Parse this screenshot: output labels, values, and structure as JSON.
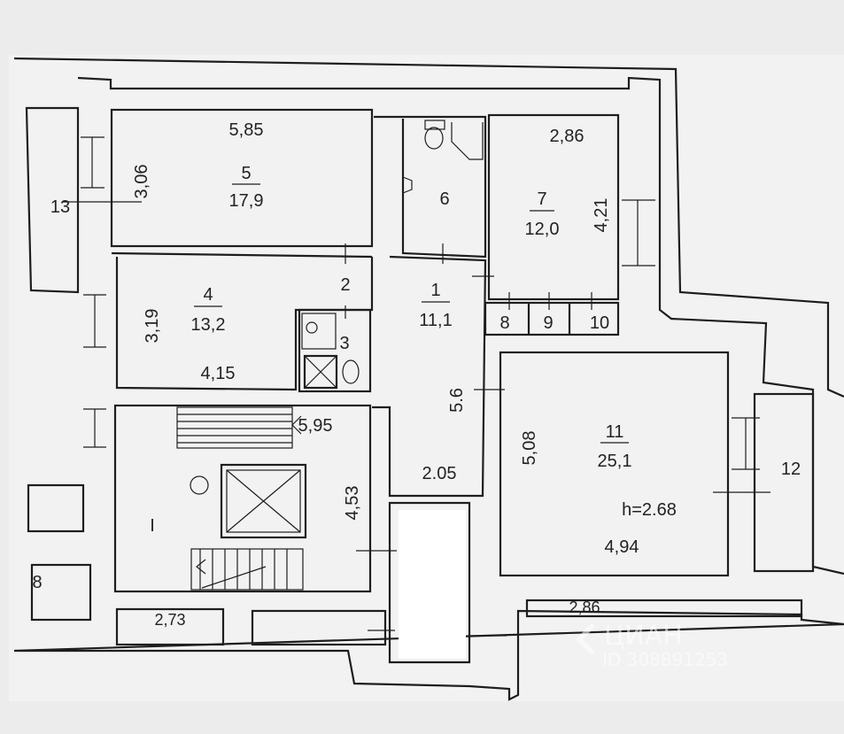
{
  "rooms": {
    "r1": {
      "num": "1",
      "area": "11,1"
    },
    "r2": {
      "num": "2"
    },
    "r3": {
      "num": "3"
    },
    "r4": {
      "num": "4",
      "area": "13,2",
      "dim_w": "4,15",
      "dim_h": "3,19"
    },
    "r5": {
      "num": "5",
      "area": "17,9",
      "dim_w": "5,85",
      "dim_h": "3,06"
    },
    "r6": {
      "num": "6"
    },
    "r7": {
      "num": "7",
      "area": "12,0",
      "dim_w": "2,86",
      "dim_h": "4,21"
    },
    "r8": {
      "num": "8"
    },
    "r9": {
      "num": "9"
    },
    "r10": {
      "num": "10"
    },
    "r11": {
      "num": "11",
      "area": "25,1",
      "dim_w": "4,94",
      "dim_h": "5,08",
      "ceiling": "h=2.68"
    },
    "r12": {
      "num": "12"
    },
    "r13": {
      "num": "13"
    },
    "stair": {
      "num": "I",
      "dim_w": "5,95",
      "dim_h": "4,53"
    },
    "corridor": {
      "dim_h": "5.6",
      "dim_w": "2.05"
    },
    "edge": {
      "num": "8"
    },
    "bottom": {
      "dim_a": "2,73",
      "dim_b": "2,86"
    }
  },
  "watermark": {
    "brand": "ЦИАН",
    "id": "ID 308891253"
  }
}
